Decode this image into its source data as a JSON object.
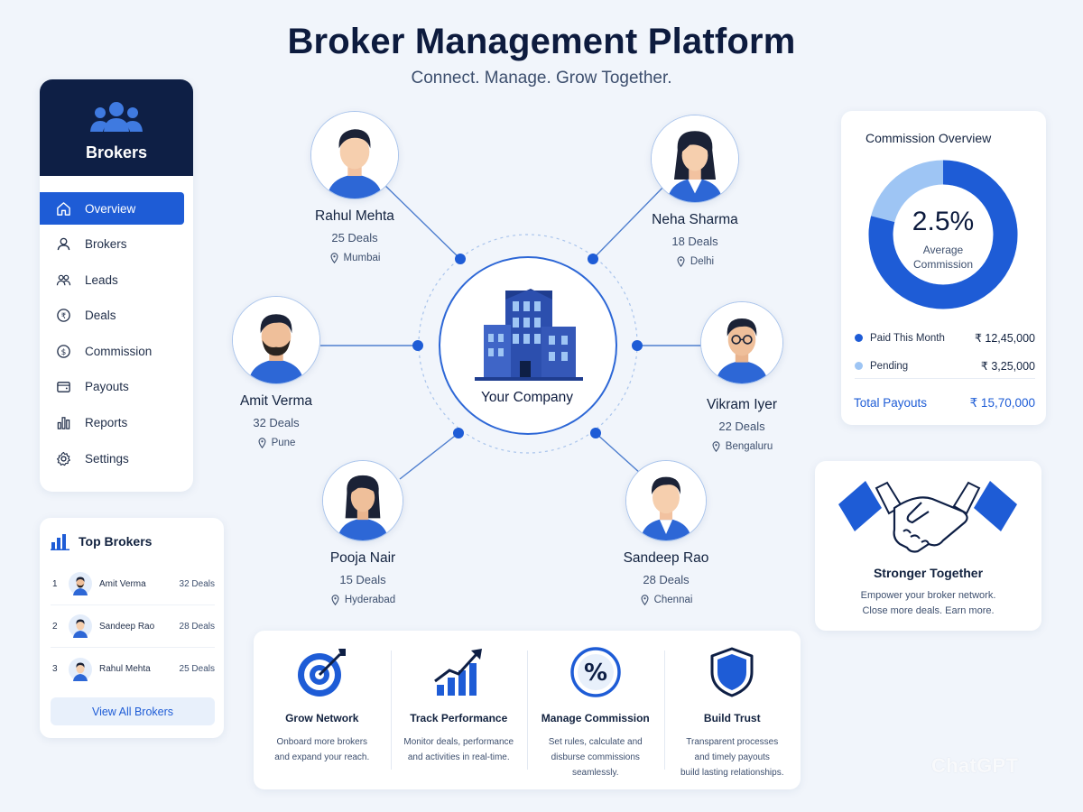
{
  "header": {
    "title": "Broker Management Platform",
    "subtitle": "Connect. Manage. Grow Together."
  },
  "sidebar": {
    "title": "Brokers",
    "items": [
      {
        "label": "Overview",
        "icon": "home-icon",
        "active": true
      },
      {
        "label": "Brokers",
        "icon": "user-icon"
      },
      {
        "label": "Leads",
        "icon": "leads-icon"
      },
      {
        "label": "Deals",
        "icon": "deals-icon"
      },
      {
        "label": "Commission",
        "icon": "dollar-icon"
      },
      {
        "label": "Payouts",
        "icon": "wallet-icon"
      },
      {
        "label": "Reports",
        "icon": "reports-icon"
      },
      {
        "label": "Settings",
        "icon": "gear-icon"
      }
    ]
  },
  "top_brokers": {
    "title": "Top Brokers",
    "rows": [
      {
        "rank": "1",
        "name": "Amit Verma",
        "deals": "32 Deals"
      },
      {
        "rank": "2",
        "name": "Sandeep Rao",
        "deals": "28 Deals"
      },
      {
        "rank": "3",
        "name": "Rahul Mehta",
        "deals": "25 Deals"
      }
    ],
    "button": "View All Brokers"
  },
  "network": {
    "center_label": "Your Company",
    "brokers": [
      {
        "name": "Rahul Mehta",
        "deals": "25 Deals",
        "city": "Mumbai"
      },
      {
        "name": "Neha Sharma",
        "deals": "18 Deals",
        "city": "Delhi"
      },
      {
        "name": "Amit Verma",
        "deals": "32 Deals",
        "city": "Pune"
      },
      {
        "name": "Vikram Iyer",
        "deals": "22 Deals",
        "city": "Bengaluru"
      },
      {
        "name": "Pooja Nair",
        "deals": "15 Deals",
        "city": "Hyderabad"
      },
      {
        "name": "Sandeep Rao",
        "deals": "28 Deals",
        "city": "Chennai"
      }
    ]
  },
  "commission": {
    "title": "Commission Overview",
    "percent": "2.5%",
    "caption_line1": "Average",
    "caption_line2": "Commission",
    "paid_fraction": 0.79,
    "rows": [
      {
        "label": "Paid This Month",
        "amount": "₹ 12,45,000",
        "color": "#1e5cd6"
      },
      {
        "label": "Pending",
        "amount": "₹ 3,25,000",
        "color": "#9ec5f4"
      }
    ],
    "total_label": "Total Payouts",
    "total_amount": "₹ 15,70,000"
  },
  "together": {
    "title": "Stronger Together",
    "desc_line1": "Empower your broker network.",
    "desc_line2": "Close more deals. Earn more."
  },
  "features": [
    {
      "title": "Grow Network",
      "icon": "target-icon",
      "desc": [
        "Onboard more brokers",
        "and expand your reach."
      ]
    },
    {
      "title": "Track Performance",
      "icon": "growth-chart-icon",
      "desc": [
        "Monitor deals, performance",
        "and activities in real-time."
      ]
    },
    {
      "title": "Manage Commission",
      "icon": "percent-icon",
      "desc": [
        "Set rules, calculate and",
        "disburse commissions",
        "seamlessly."
      ]
    },
    {
      "title": "Build Trust",
      "icon": "shield-icon",
      "desc": [
        "Transparent processes",
        "and timely payouts",
        "build lasting relationships."
      ]
    }
  ],
  "watermark": "ChatGPT",
  "colors": {
    "accent": "#1e5cd6",
    "navy": "#0e1f45",
    "light_blue": "#9ec5f4",
    "background": "#f1f5fb"
  }
}
